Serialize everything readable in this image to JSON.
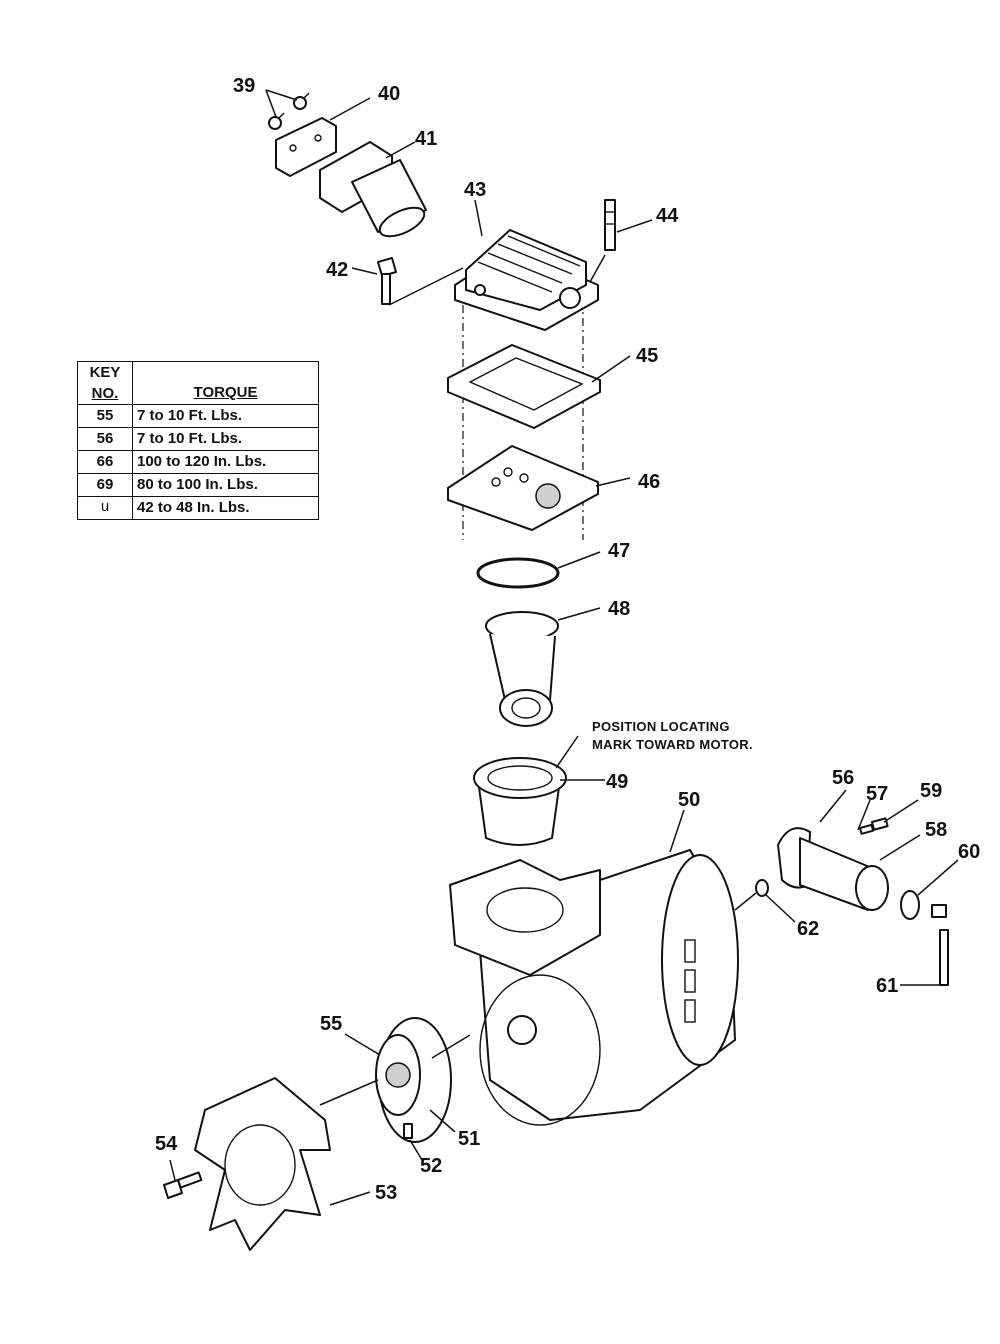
{
  "diagram": {
    "labels": [
      "39",
      "40",
      "41",
      "42",
      "43",
      "44",
      "45",
      "46",
      "47",
      "48",
      "49",
      "50",
      "51",
      "52",
      "53",
      "54",
      "55",
      "56",
      "57",
      "58",
      "59",
      "60",
      "61",
      "62"
    ],
    "note_line1": "POSITION LOCATING",
    "note_line2": "MARK TOWARD MOTOR."
  },
  "torque_table": {
    "header_key_line1": "KEY",
    "header_key_line2": "NO.",
    "header_torque": "TORQUE",
    "rows": [
      {
        "key": "55",
        "torque": "7 to 10 Ft. Lbs."
      },
      {
        "key": "56",
        "torque": "7 to 10 Ft. Lbs."
      },
      {
        "key": "66",
        "torque": "100 to 120 In. Lbs."
      },
      {
        "key": "69",
        "torque": "80 to 100 In. Lbs."
      },
      {
        "key": "u",
        "torque": "42 to 48 In. Lbs."
      }
    ]
  }
}
